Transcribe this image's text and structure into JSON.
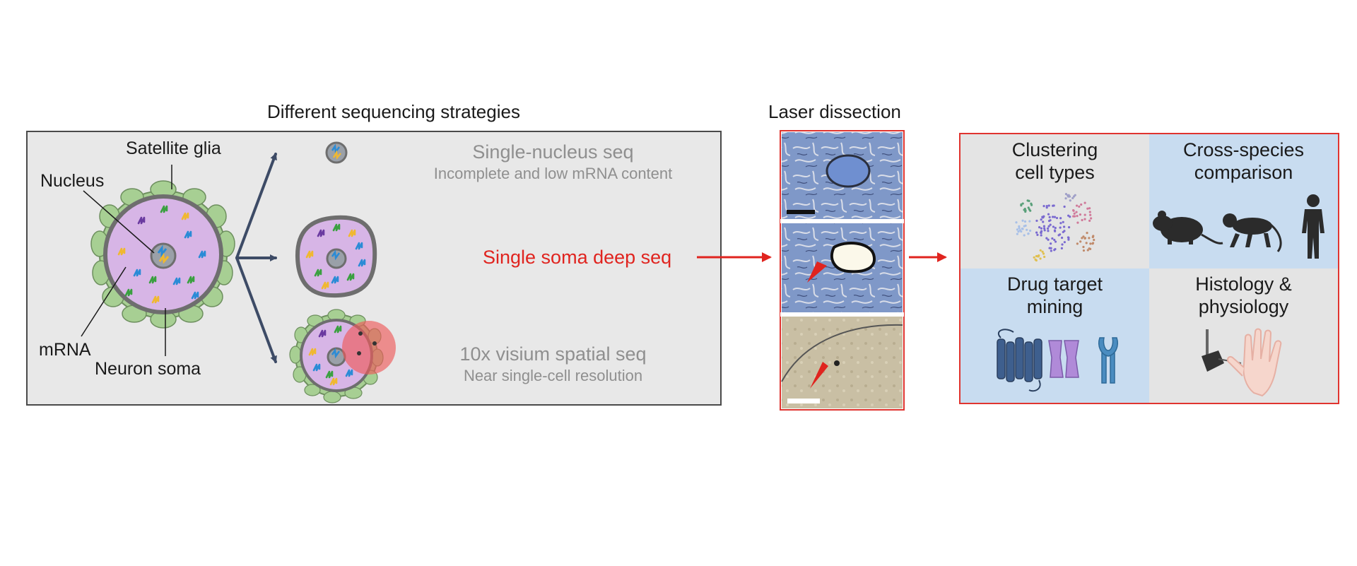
{
  "sections": {
    "strategies_title": "Different sequencing strategies",
    "laser_title": "Laser dissection"
  },
  "neuron_labels": {
    "satellite_glia": "Satellite glia",
    "nucleus": "Nucleus",
    "mrna": "mRNA",
    "neuron_soma": "Neuron soma"
  },
  "strategies": {
    "single_nucleus": {
      "title": "Single-nucleus seq",
      "subtitle": "Incomplete and low mRNA content"
    },
    "single_soma": {
      "title": "Single soma deep seq"
    },
    "visium": {
      "title": "10x visium spatial seq",
      "subtitle": "Near single-cell resolution"
    }
  },
  "applications": [
    {
      "line1": "Clustering",
      "line2": "cell types"
    },
    {
      "line1": "Cross-species",
      "line2": "comparison"
    },
    {
      "line1": "Drug target",
      "line2": "mining"
    },
    {
      "line1": "Histology &",
      "line2": "physiology"
    }
  ],
  "colors": {
    "panel_grey": "#e8e8e8",
    "accent_red": "#e0241f",
    "arrow_slate": "#3d4b66",
    "soma_purple": "#d7b5e6",
    "glia_green": "#9dc88a",
    "app_blue": "#c8dcf0"
  },
  "icons": [
    "neuron-soma-icon",
    "nucleus-icon",
    "mrna-icon",
    "mouse-icon",
    "monkey-icon",
    "human-icon",
    "gpcr-receptor-icon",
    "ion-channel-icon",
    "antibody-receptor-icon",
    "electrode-icon",
    "hand-icon",
    "cluster-plot-icon"
  ]
}
